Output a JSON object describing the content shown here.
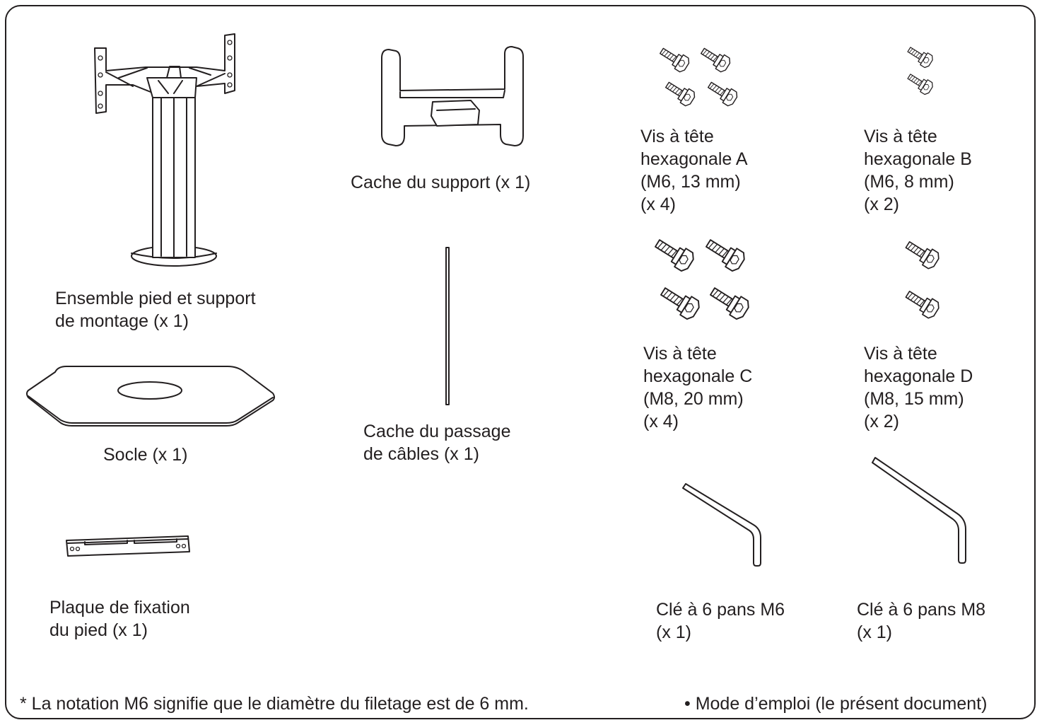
{
  "parts": {
    "stand": {
      "line1": "Ensemble pied et support",
      "line2": "de montage (x 1)"
    },
    "base": {
      "line1": "Socle (x 1)"
    },
    "plate": {
      "line1": "Plaque de fixation",
      "line2": "du pied (x 1)"
    },
    "bracket_cover": {
      "line1": "Cache du support (x 1)"
    },
    "cable_cover": {
      "line1": "Cache du passage",
      "line2": "de câbles (x 1)"
    },
    "screw_a": {
      "line1": "Vis à tête",
      "line2": "hexagonale A",
      "line3": "(M6, 13 mm)",
      "line4": "(x 4)"
    },
    "screw_b": {
      "line1": "Vis à tête",
      "line2": "hexagonale B",
      "line3": "(M6, 8 mm)",
      "line4": "(x 2)"
    },
    "screw_c": {
      "line1": "Vis à tête",
      "line2": "hexagonale C",
      "line3": "(M8, 20 mm)",
      "line4": "(x 4)"
    },
    "screw_d": {
      "line1": "Vis à tête",
      "line2": "hexagonale D",
      "line3": "(M8, 15 mm)",
      "line4": "(x 2)"
    },
    "key_m6": {
      "line1": "Clé à 6 pans M6",
      "line2": "(x 1)"
    },
    "key_m8": {
      "line1": "Clé à 6 pans M8",
      "line2": "(x 1)"
    }
  },
  "footer": {
    "note": "* La notation M6 signifie que le diamètre du filetage est de 6 mm.",
    "manual": "• Mode d’emploi (le présent document)"
  }
}
